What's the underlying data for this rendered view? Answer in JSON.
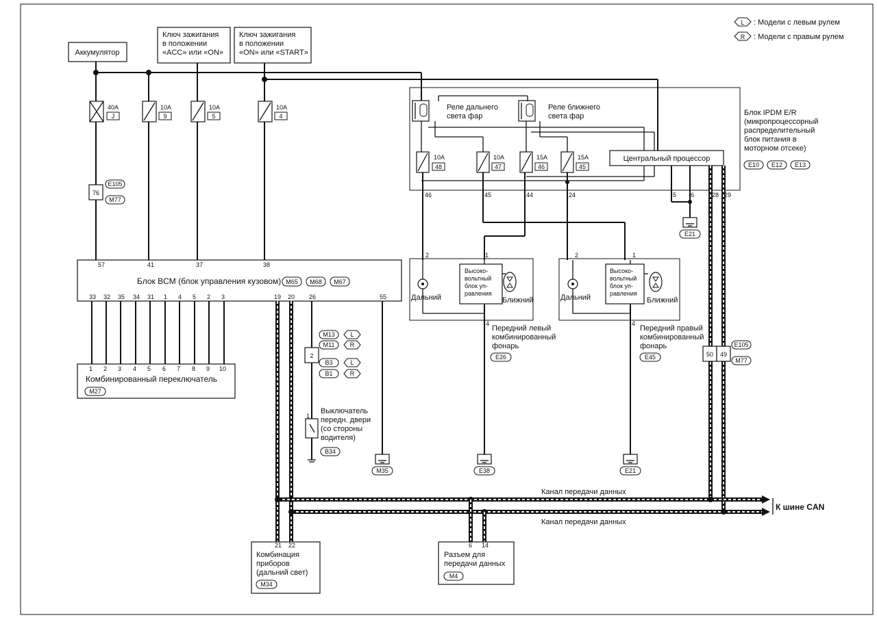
{
  "legend": {
    "items": [
      {
        "badge": "L",
        "text": ": Модели с левым рулем"
      },
      {
        "badge": "R",
        "text": ": Модели с правым рулем"
      }
    ]
  },
  "sources": {
    "battery": "Аккумулятор",
    "ign_acc": [
      "Ключ зажигания",
      "в положении",
      "«ACC» или «ON»"
    ],
    "ign_start": [
      "Ключ зажигания",
      "в положении",
      "«ON» или «START»"
    ]
  },
  "fuses": [
    {
      "amp": "40A",
      "id": "J"
    },
    {
      "amp": "10A",
      "id": "9"
    },
    {
      "amp": "10A",
      "id": "5"
    },
    {
      "amp": "10A",
      "id": "4"
    }
  ],
  "battery_connector": {
    "pin": "76",
    "conn_top": "E105",
    "conn_bottom": "M77"
  },
  "ipdm": {
    "title_lines": [
      "Блок IPDM E/R",
      "(микропроцессорный",
      "распределительный",
      "блок питания в",
      "моторном отсеке)"
    ],
    "connectors": [
      "E10",
      "E12",
      "E13"
    ],
    "relay_high": [
      "Реле дальнего",
      "света фар"
    ],
    "relay_low": [
      "Реле ближнего",
      "света фар"
    ],
    "cpu": "Центральный процессор",
    "fuses": [
      {
        "amp": "10A",
        "id": "48"
      },
      {
        "amp": "10A",
        "id": "47"
      },
      {
        "amp": "15A",
        "id": "46"
      },
      {
        "amp": "15A",
        "id": "45"
      }
    ],
    "out_pins": [
      "46",
      "45",
      "44",
      "24"
    ],
    "cpu_pins": [
      "5",
      "6",
      "28",
      "29"
    ],
    "ground": "E21"
  },
  "bcm": {
    "title": "Блок BCM (блок управления кузовом)",
    "connectors": [
      "M65",
      "M68",
      "M67"
    ],
    "top_pins": [
      "57",
      "41",
      "37",
      "38"
    ],
    "bottom_pins": [
      "33",
      "32",
      "35",
      "34",
      "31",
      "1",
      "4",
      "5",
      "2",
      "3",
      "19",
      "20",
      "26",
      "55"
    ]
  },
  "combo_switch": {
    "title": "Комбинированный переключатель",
    "pins": [
      "1",
      "2",
      "3",
      "4",
      "5",
      "6",
      "7",
      "8",
      "9",
      "10"
    ],
    "connector": "M27"
  },
  "door_switch": {
    "conn_rows": [
      {
        "conn": "M13",
        "badge": "L"
      },
      {
        "conn": "M11",
        "badge": "R"
      },
      {
        "conn": "B3",
        "badge": "L"
      },
      {
        "conn": "B1",
        "badge": "R"
      }
    ],
    "pin_box": "2",
    "pin_top": "1",
    "title_lines": [
      "Выключатель",
      "передн. двери",
      "(со стороны",
      "водителя)"
    ],
    "connector": "B34"
  },
  "ground_m35": "M35",
  "lamp_left": {
    "pin_high": "2",
    "pin_low": "1",
    "pin_gnd": "4",
    "high_label": "Дальний",
    "low_label": "Ближний",
    "hv_lines": [
      "Высоко-",
      "вольтный",
      "блок уп-",
      "равления"
    ],
    "title_lines": [
      "Передний левый",
      "комбинированный",
      "фонарь"
    ],
    "connector": "E26",
    "ground": "E38"
  },
  "lamp_right": {
    "pin_high": "2",
    "pin_low": "1",
    "pin_gnd": "4",
    "high_label": "Дальний",
    "low_label": "Ближний",
    "hv_lines": [
      "Высоко-",
      "вольтный",
      "блок уп-",
      "равления"
    ],
    "title_lines": [
      "Передний правый",
      "комбинированный",
      "фонарь"
    ],
    "connector": "E45",
    "ground": "E21"
  },
  "can_connector": {
    "pins": [
      "50",
      "49"
    ],
    "conn_top": "E105",
    "conn_bottom": "M77"
  },
  "can": {
    "label_top": "Канал передачи данных",
    "label_bottom": "Канал передачи данных",
    "to_bus": "К шине CAN"
  },
  "meter": {
    "pins": [
      "21",
      "22"
    ],
    "title_lines": [
      "Комбинация",
      "приборов",
      "(дальний свет)"
    ],
    "connector": "M34"
  },
  "dlc": {
    "pins": [
      "6",
      "14"
    ],
    "title_lines": [
      "Разъем для",
      "передачи данных"
    ],
    "connector": "M4"
  }
}
